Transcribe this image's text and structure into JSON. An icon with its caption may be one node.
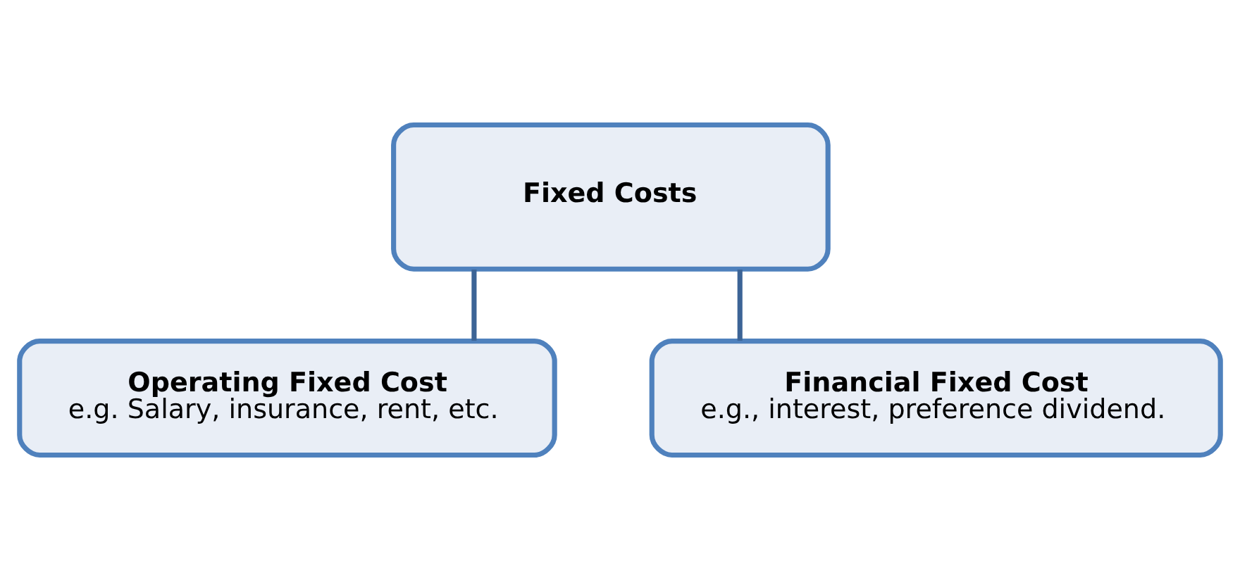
{
  "diagram": {
    "nodes": [
      {
        "text": [
          "Fixed Costs"
        ]
      },
      {
        "text": [
          "Operating Fixed Cost",
          "e.g. Salary, insurance, rent, etc."
        ]
      },
      {
        "text": [
          "Financial Fixed Cost",
          "e.g., interest, preference dividend."
        ]
      }
    ],
    "edges": [
      {
        "from": 0,
        "to": 1,
        "arrow": "none"
      },
      {
        "from": 0,
        "to": 2,
        "arrow": "none"
      }
    ]
  }
}
